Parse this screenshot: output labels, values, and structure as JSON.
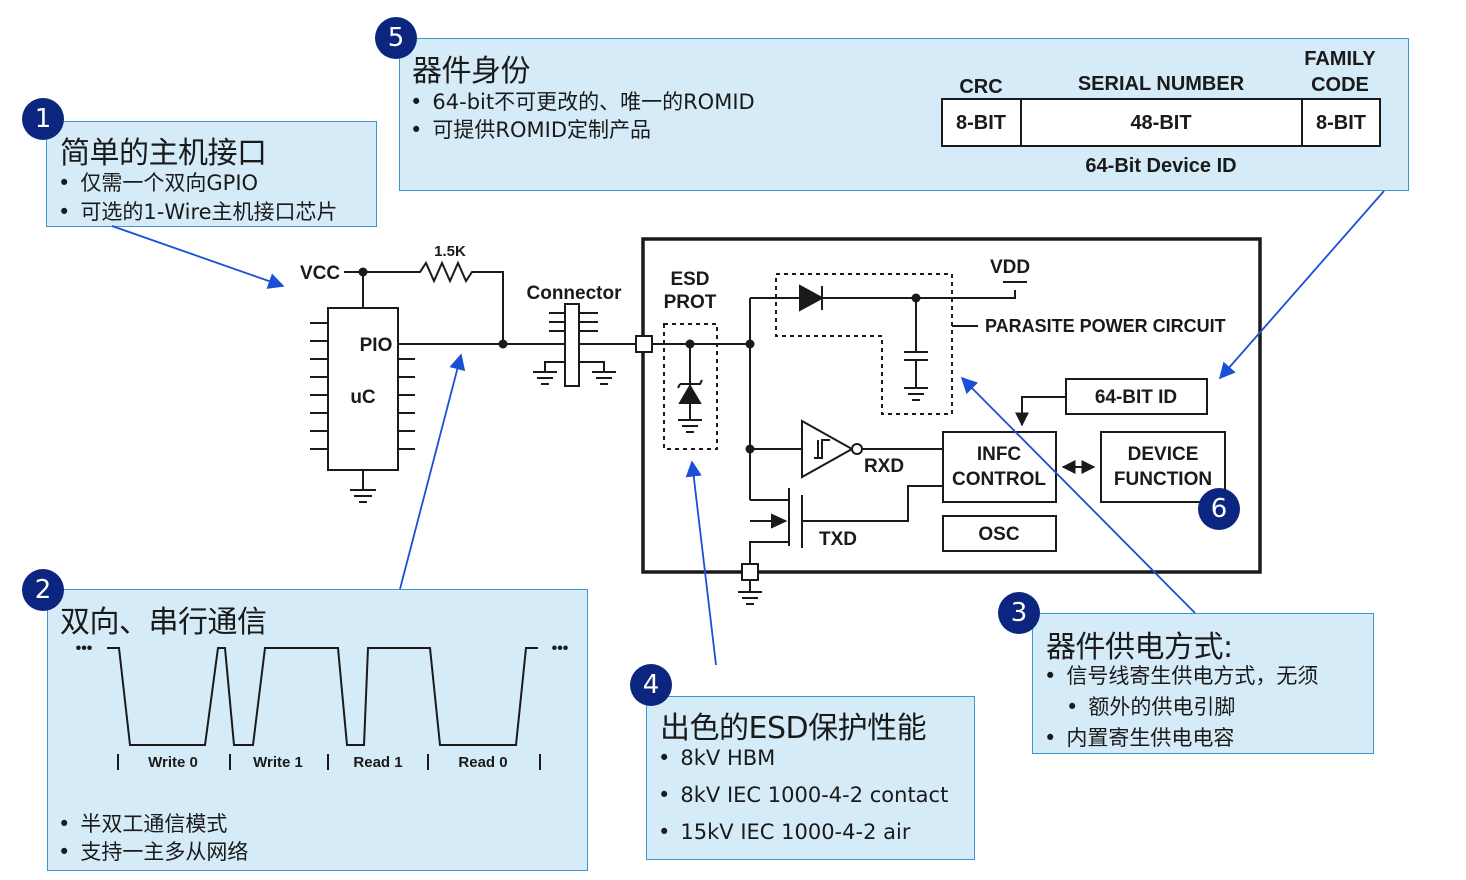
{
  "box1": {
    "badge": "1",
    "title": "简单的主机接口",
    "bullets": [
      "仅需一个双向GPIO",
      "可选的1-Wire主机接口芯片"
    ]
  },
  "box2": {
    "badge": "2",
    "title": "双向、串行通信",
    "bullets": [
      "半双工通信模式",
      "支持一主多从网络"
    ],
    "waveform_labels": [
      "Write 0",
      "Write 1",
      "Read 1",
      "Read 0"
    ],
    "ellipsis": "•••"
  },
  "box3": {
    "badge": "3",
    "title": "器件供电方式:",
    "bullets": [
      "信号线寄生供电方式，无须",
      "额外的供电引脚",
      "内置寄生供电电容"
    ]
  },
  "box4": {
    "badge": "4",
    "title": "出色的ESD保护性能",
    "bullets": [
      "8kV HBM",
      "8kV IEC 1000-4-2 contact",
      "15kV IEC 1000-4-2 air"
    ]
  },
  "box5": {
    "badge": "5",
    "title": "器件身份",
    "bullets": [
      "64-bit不可更改的、唯一的ROMID",
      "可提供ROMID定制产品"
    ],
    "rom_table": {
      "headers": [
        "CRC",
        "SERIAL NUMBER",
        "FAMILY",
        "CODE"
      ],
      "cells": [
        "8-BIT",
        "48-BIT",
        "8-BIT"
      ],
      "caption": "64-Bit Device ID"
    }
  },
  "badge6": "6",
  "circuit": {
    "vcc": "VCC",
    "resistor": "1.5K",
    "pio": "PIO",
    "uc": "uC",
    "connector": "Connector",
    "esd1": "ESD",
    "esd2": "PROT",
    "vdd": "VDD",
    "parasite": "PARASITE POWER CIRCUIT",
    "rom_id": "64-BIT ID",
    "infc1": "INFC",
    "infc2": "CONTROL",
    "dev1": "DEVICE",
    "dev2": "FUNCTION",
    "rxd": "RXD",
    "txd": "TXD",
    "osc": "OSC"
  }
}
